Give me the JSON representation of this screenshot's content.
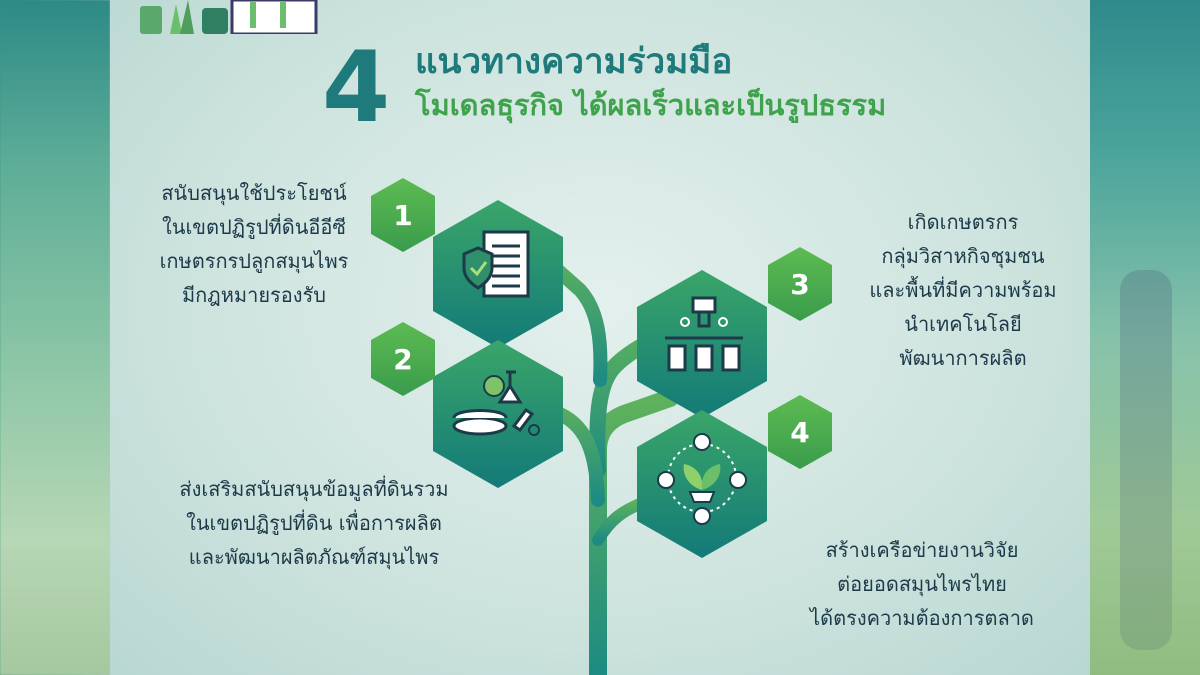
{
  "title": {
    "number": "4",
    "main": "แนวทางความร่วมมือ",
    "sub": "โมเดลธุรกิจ ได้ผลเร็วและเป็นรูปธรรม"
  },
  "items": [
    {
      "number": "1",
      "icon": "shield-document-icon",
      "lines": [
        "สนับสนุนใช้ประโยชน์",
        "ในเขตปฏิรูปที่ดินอีอีซี",
        "เกษตรกรปลูกสมุนไพร",
        "มีกฎหมายรองรับ"
      ]
    },
    {
      "number": "2",
      "icon": "lab-herb-icon",
      "lines": [
        "ส่งเสริมสนับสนุนข้อมูลที่ดินรวม",
        "ในเขตปฏิรูปที่ดิน เพื่อการผลิต",
        "และพัฒนาผลิตภัณฑ์สมุนไพร"
      ]
    },
    {
      "number": "3",
      "icon": "bottling-machine-icon",
      "lines": [
        "เกิดเกษตรกร",
        "กลุ่มวิสาหกิจชุมชน",
        "และพื้นที่มีความพร้อม",
        "นำเทคโนโลยี",
        "พัฒนาการผลิต"
      ]
    },
    {
      "number": "4",
      "icon": "network-plant-icon",
      "lines": [
        "สร้างเครือข่ายงานวิจัย",
        "ต่อยอดสมุนไพรไทย",
        "ได้ตรงความต้องการตลาด"
      ]
    }
  ],
  "colors": {
    "teal": "#1f7a7c",
    "green": "#3fa34d",
    "hex_dark": "#2a8a6e",
    "hex_badge": "#49b04f",
    "text": "#1d3a4a"
  }
}
